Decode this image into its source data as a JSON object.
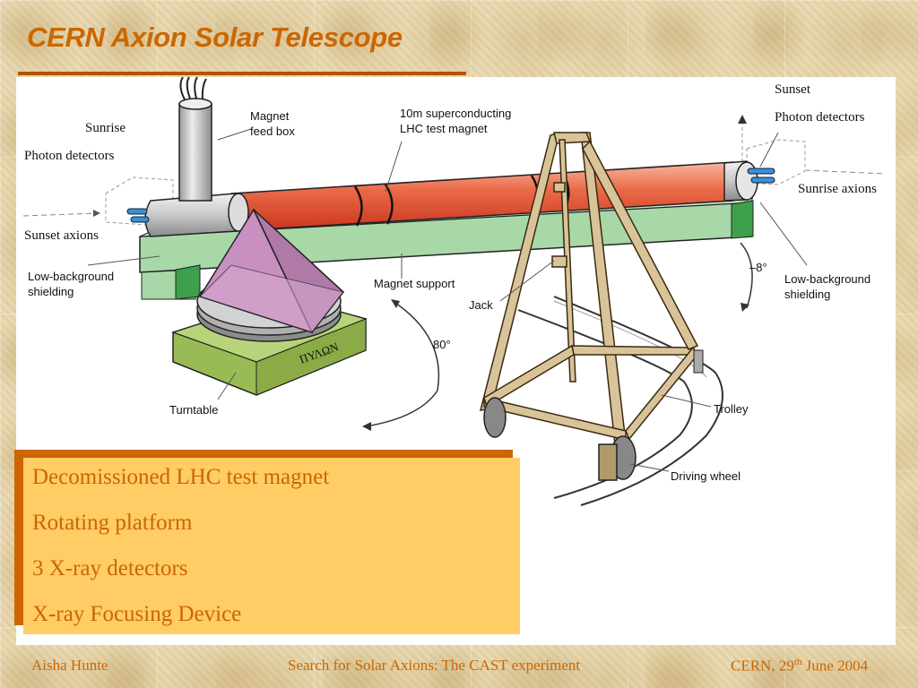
{
  "slide": {
    "title": "CERN Axion Solar Telescope",
    "footer": {
      "left": "Aisha Hunte",
      "center": "Search for Solar Axions: The CAST experiment",
      "right_prefix": "CERN, 29",
      "right_sup": "th",
      "right_suffix": " June 2004"
    }
  },
  "diagram": {
    "labels": {
      "sunset": "Sunset",
      "photon_detectors_right": "Photon detectors",
      "sunrise_axions": "Sunrise axions",
      "sunrise": "Sunrise",
      "photon_detectors_left": "Photon detectors",
      "sunset_axions": "Sunset axions",
      "magnet_feed_box_1": "Magnet",
      "magnet_feed_box_2": "feed box",
      "magnet_line_1": "10m superconducting",
      "magnet_line_2": "LHC test magnet",
      "low_bg_left_1": "Low-background",
      "low_bg_left_2": "shielding",
      "low_bg_right_1": "Low-background",
      "low_bg_right_2": "shielding",
      "minus_8": "–8°",
      "magnet_support": "Magnet support",
      "jack": "Jack",
      "angle_80": "80°",
      "turntable": "Turntable",
      "trolley": "Trolley",
      "driving_wheel": "Driving wheel",
      "pylon_text": "ΠΥΛΩΝ"
    }
  },
  "bullets": [
    "Decomissioned LHC test magnet",
    "Rotating platform",
    "3 X-ray detectors",
    "X-ray Focusing Device"
  ],
  "colors": {
    "accent": "#cc6600",
    "box_fill": "#ffcc66",
    "magnet": "#e8553a",
    "support": "#a8d8a8",
    "pyramid": "#c890c0",
    "base": "#99bb55",
    "trolley": "#d9c49a"
  }
}
